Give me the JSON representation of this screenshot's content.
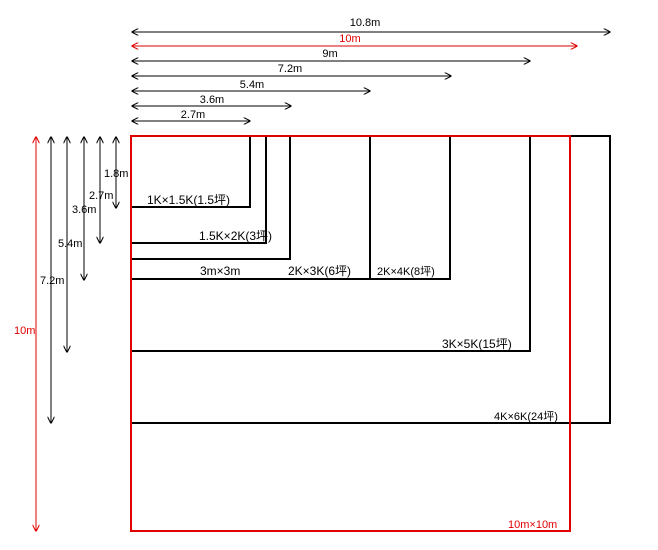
{
  "colors": {
    "default": "#000000",
    "accent": "#e00000"
  },
  "horizontal_dims": [
    {
      "label": "10.8m",
      "color": "default"
    },
    {
      "label": "10m",
      "color": "accent"
    },
    {
      "label": "9m",
      "color": "default"
    },
    {
      "label": "7.2m",
      "color": "default"
    },
    {
      "label": "5.4m",
      "color": "default"
    },
    {
      "label": "3.6m",
      "color": "default"
    },
    {
      "label": "2.7m",
      "color": "default"
    }
  ],
  "vertical_dims": [
    {
      "label": "10m",
      "color": "accent"
    },
    {
      "label": "7.2m",
      "color": "default"
    },
    {
      "label": "5.4m",
      "color": "default"
    },
    {
      "label": "3.6m",
      "color": "default"
    },
    {
      "label": "2.7m",
      "color": "default"
    },
    {
      "label": "1.8m",
      "color": "default"
    }
  ],
  "rooms": [
    {
      "label": "1K×1.5K(1.5坪)",
      "color": "default"
    },
    {
      "label": "1.5K×2K(3坪)",
      "color": "default"
    },
    {
      "label": "3m×3m",
      "color": "default"
    },
    {
      "label": "2K×3K(6坪)",
      "color": "default"
    },
    {
      "label": "2K×4K(8坪)",
      "color": "default"
    },
    {
      "label": "3K×5K(15坪)",
      "color": "default"
    },
    {
      "label": "4K×6K(24坪)",
      "color": "default"
    },
    {
      "label": "10m×10m",
      "color": "accent"
    }
  ]
}
